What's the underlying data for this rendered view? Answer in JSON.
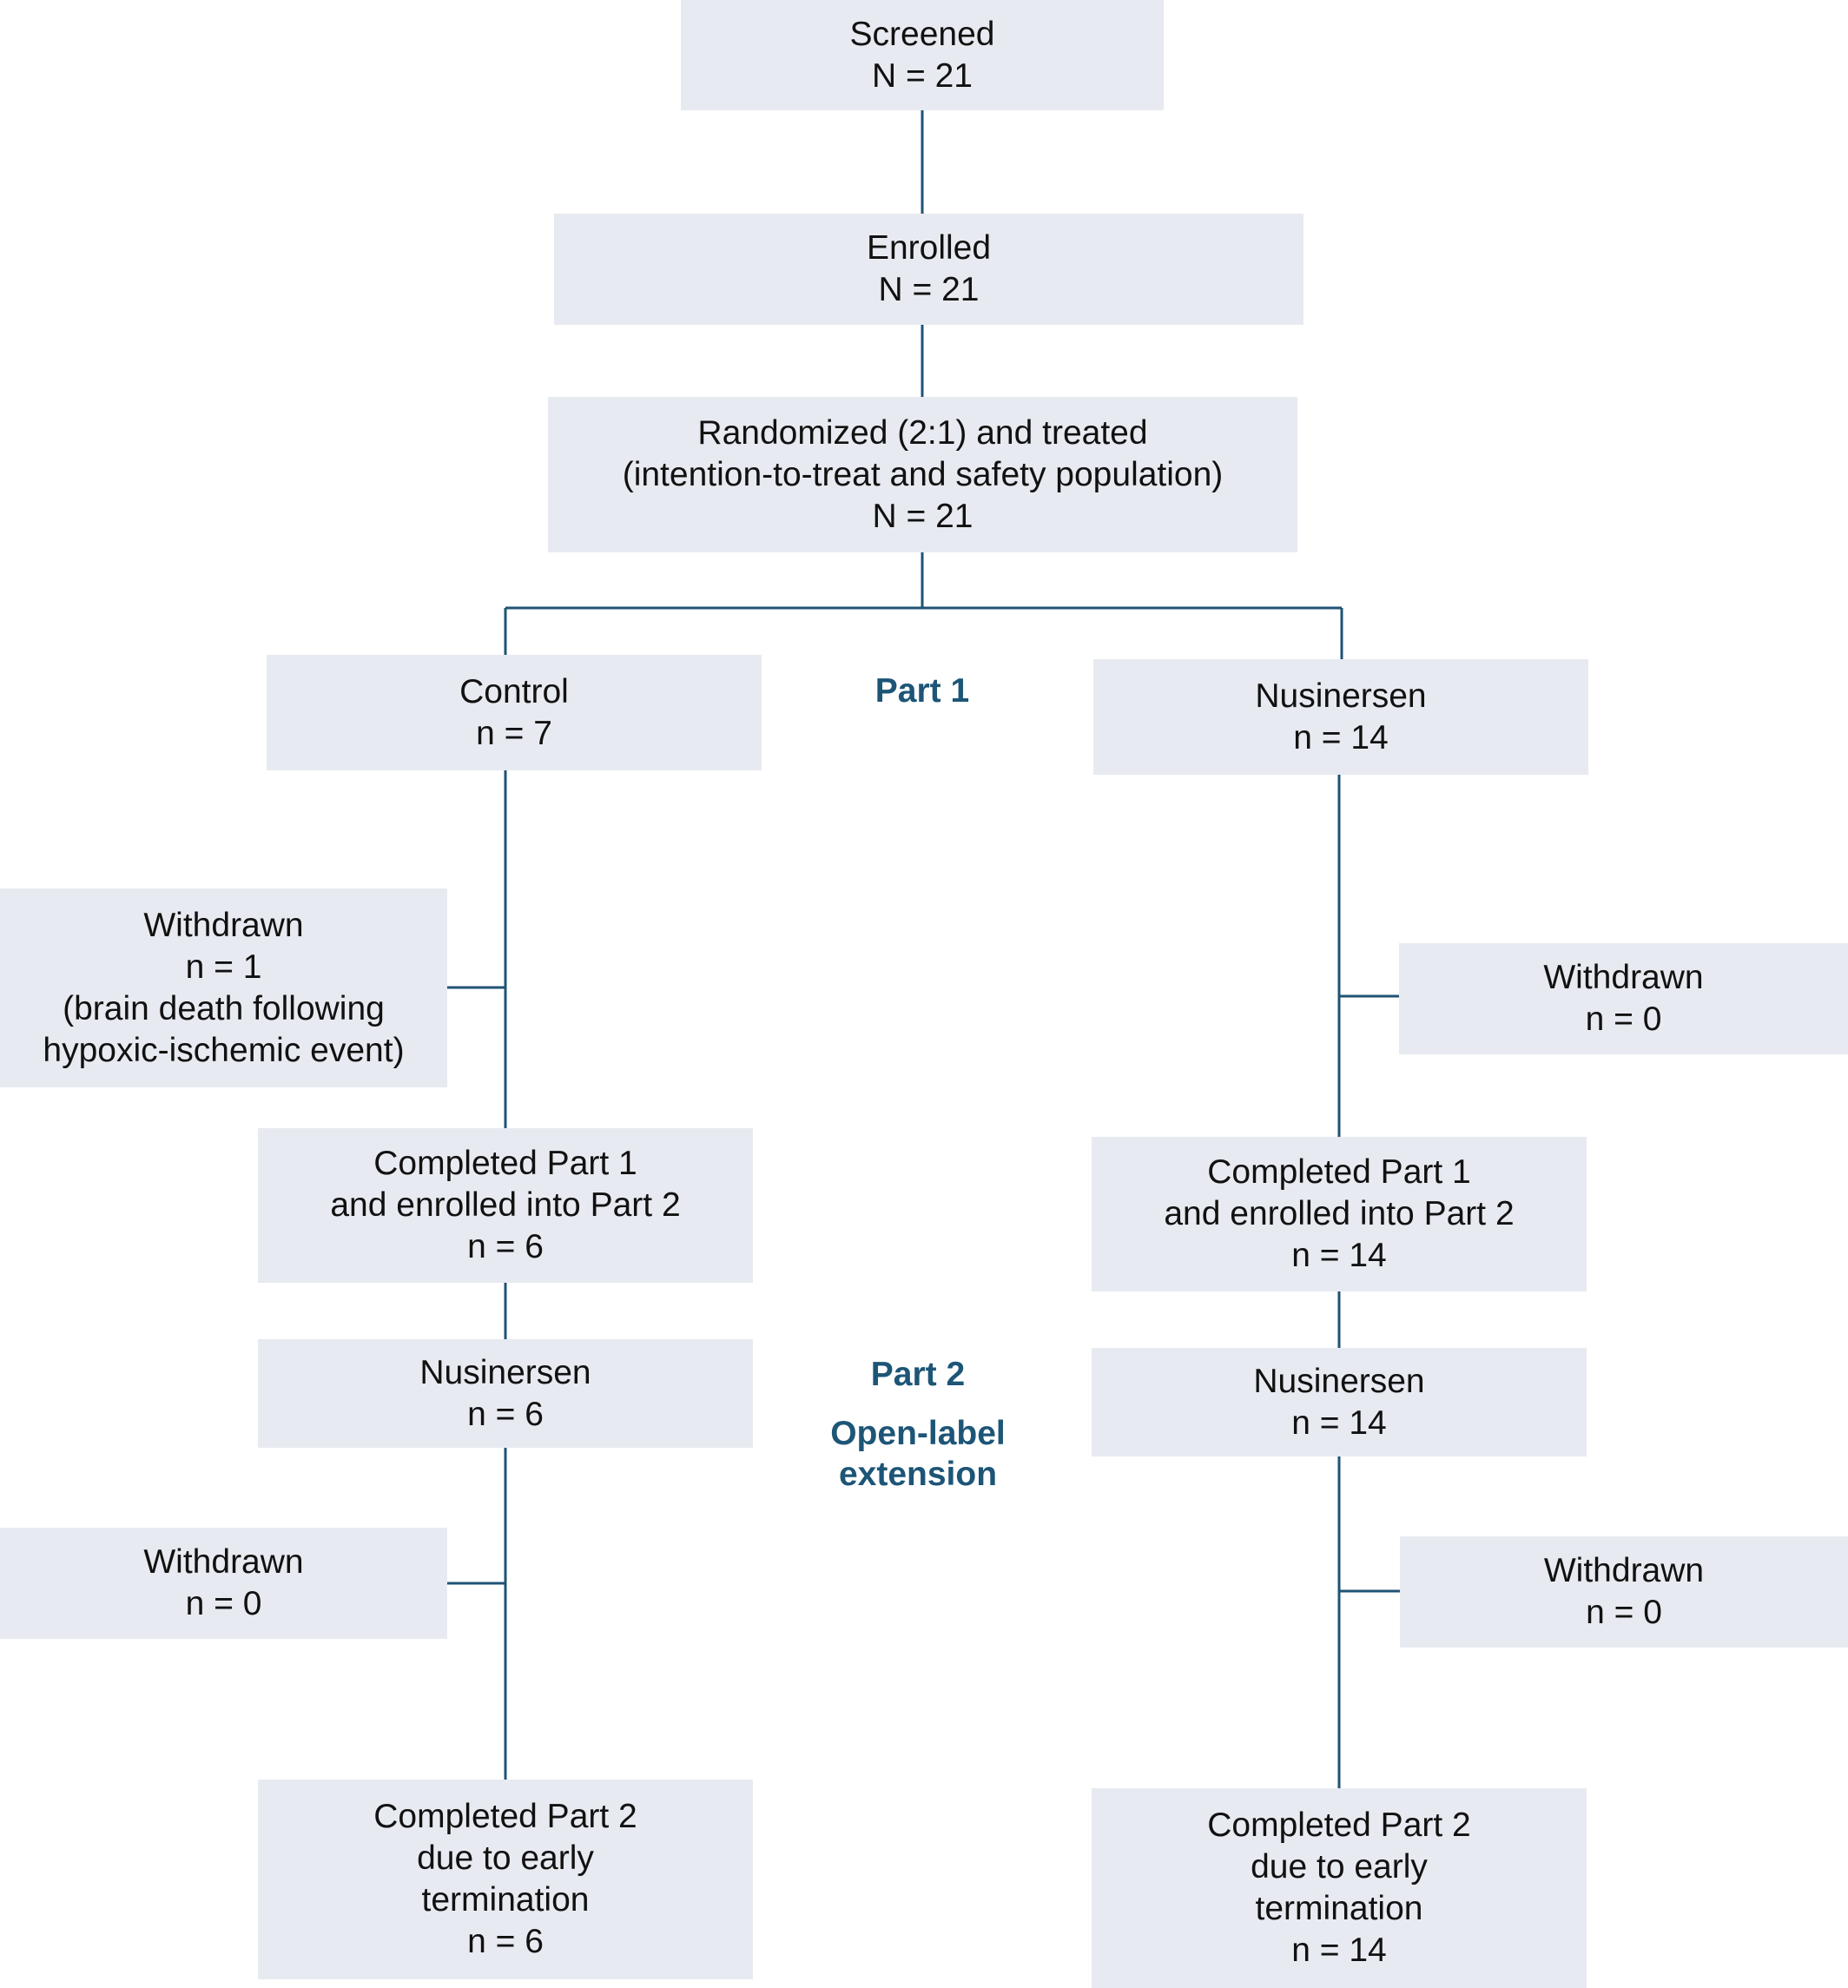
{
  "colors": {
    "box_fill": "#e8eaf1",
    "connector": "#1f5374",
    "phase_label": "#1d5577",
    "text": "#111111"
  },
  "boxes": {
    "screened": {
      "title": "Screened",
      "count": "N = 21"
    },
    "enrolled": {
      "title": "Enrolled",
      "count": "N = 21"
    },
    "randomized": {
      "title": "Randomized (2:1) and treated",
      "subtitle": "(intention-to-treat and safety population)",
      "count": "N = 21"
    },
    "control": {
      "title": "Control",
      "count": "n = 7"
    },
    "nusinersen_part1": {
      "title": "Nusinersen",
      "count": "n = 14"
    },
    "control_withdrawn_part1": {
      "title": "Withdrawn",
      "count": "n = 1",
      "reason_line1": "(brain death following",
      "reason_line2": "hypoxic-ischemic event)"
    },
    "nusinersen_withdrawn_part1": {
      "title": "Withdrawn",
      "count": "n = 0"
    },
    "control_completed_part1": {
      "line1": "Completed Part 1",
      "line2": "and enrolled into Part 2",
      "count": "n = 6"
    },
    "nusinersen_completed_part1": {
      "line1": "Completed Part 1",
      "line2": "and enrolled into Part 2",
      "count": "n = 14"
    },
    "control_nusinersen_part2": {
      "title": "Nusinersen",
      "count": "n = 6"
    },
    "nusinersen_nusinersen_part2": {
      "title": "Nusinersen",
      "count": "n = 14"
    },
    "control_withdrawn_part2": {
      "title": "Withdrawn",
      "count": "n = 0"
    },
    "nusinersen_withdrawn_part2": {
      "title": "Withdrawn",
      "count": "n = 0"
    },
    "control_completed_part2": {
      "line1": "Completed Part 2",
      "line2": "due to early",
      "line3": "termination",
      "count": "n = 6"
    },
    "nusinersen_completed_part2": {
      "line1": "Completed Part 2",
      "line2": "due to early",
      "line3": "termination",
      "count": "n = 14"
    }
  },
  "phases": {
    "part1": "Part 1",
    "part2": "Part 2",
    "part2_subtitle_line1": "Open-label",
    "part2_subtitle_line2": "extension"
  }
}
